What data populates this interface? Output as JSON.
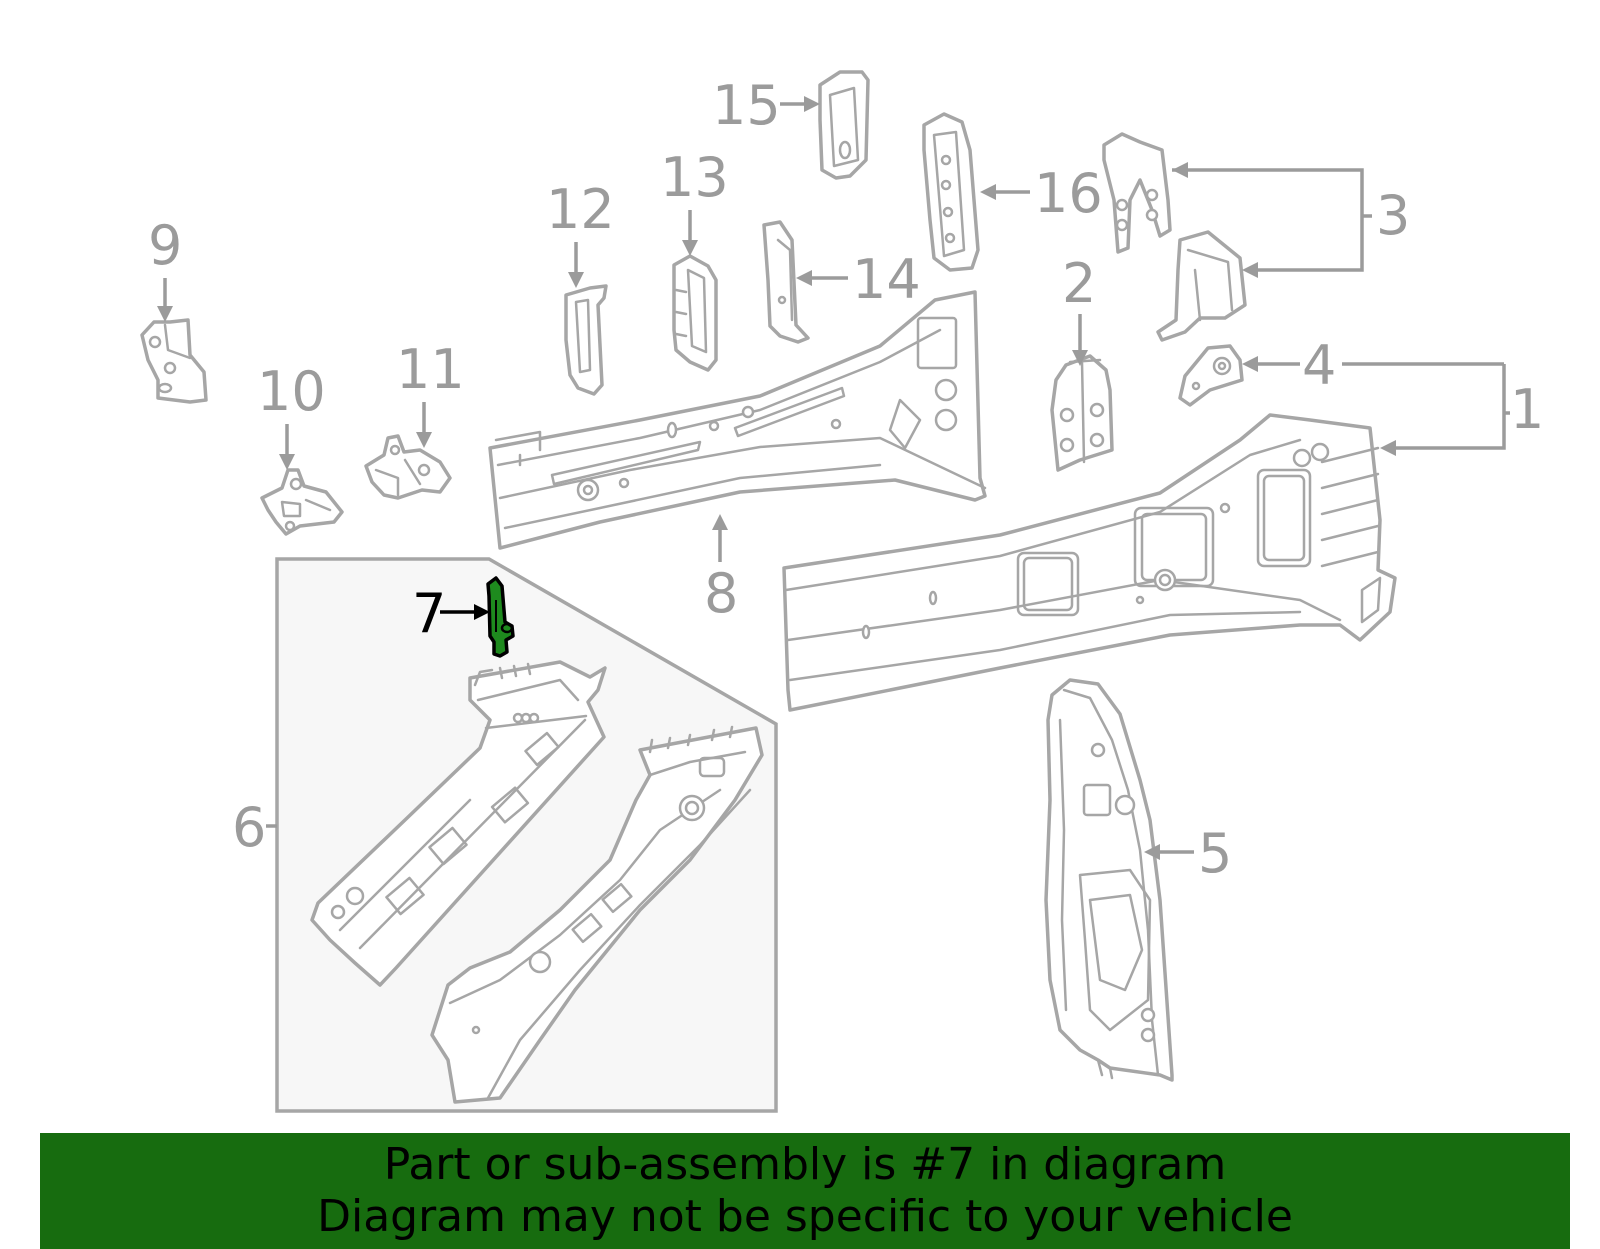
{
  "diagram": {
    "callouts": {
      "c1": "1",
      "c2": "2",
      "c3": "3",
      "c4": "4",
      "c5": "5",
      "c6": "6",
      "c7": "7",
      "c8": "8",
      "c9": "9",
      "c10": "10",
      "c11": "11",
      "c12": "12",
      "c13": "13",
      "c14": "14",
      "c15": "15",
      "c16": "16"
    },
    "highlighted_part": "7",
    "colors": {
      "line": "#a6a6a6",
      "label": "#9b9b9b",
      "highlight_fill": "#1e8a1e",
      "highlight_label": "#000000",
      "banner_bg": "#176c0f"
    }
  },
  "banner": {
    "line1": "Part or sub-assembly is #7 in diagram",
    "line2": "Diagram may not be specific to your vehicle"
  }
}
